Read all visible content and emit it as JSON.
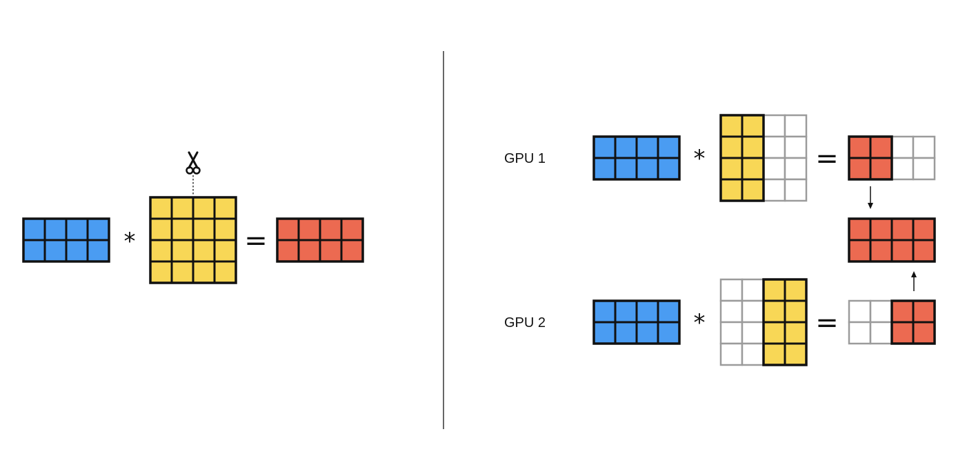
{
  "colors": {
    "input": "#4a9cf2",
    "weight": "#f8d756",
    "output": "#ec6a51",
    "empty": "#ffffff",
    "border": "#111111",
    "empty_border": "#9b9b9b",
    "divider": "#333333"
  },
  "icons": {
    "cut": "scissors-icon"
  },
  "symbols": {
    "times": "*",
    "equals": "="
  },
  "right": {
    "gpu1": {
      "label": "GPU 1"
    },
    "gpu2": {
      "label": "GPU 2"
    }
  },
  "matrices": {
    "left_input": {
      "rows": 2,
      "cols": 4,
      "filled_cols": [
        0,
        1,
        2,
        3
      ],
      "role": "input"
    },
    "left_weight": {
      "rows": 4,
      "cols": 4,
      "filled_cols": [
        0,
        1,
        2,
        3
      ],
      "role": "weight"
    },
    "left_output": {
      "rows": 2,
      "cols": 4,
      "filled_cols": [
        0,
        1,
        2,
        3
      ],
      "role": "output"
    },
    "gpu1_input": {
      "rows": 2,
      "cols": 4,
      "filled_cols": [
        0,
        1,
        2,
        3
      ],
      "role": "input"
    },
    "gpu1_weight": {
      "rows": 4,
      "cols": 4,
      "filled_cols": [
        0,
        1
      ],
      "role": "weight"
    },
    "gpu1_output": {
      "rows": 2,
      "cols": 4,
      "filled_cols": [
        0,
        1
      ],
      "role": "output"
    },
    "combined_output": {
      "rows": 2,
      "cols": 4,
      "filled_cols": [
        0,
        1,
        2,
        3
      ],
      "role": "output"
    },
    "gpu2_input": {
      "rows": 2,
      "cols": 4,
      "filled_cols": [
        0,
        1,
        2,
        3
      ],
      "role": "input"
    },
    "gpu2_weight": {
      "rows": 4,
      "cols": 4,
      "filled_cols": [
        2,
        3
      ],
      "role": "weight"
    },
    "gpu2_output": {
      "rows": 2,
      "cols": 4,
      "filled_cols": [
        2,
        3
      ],
      "role": "output"
    }
  }
}
